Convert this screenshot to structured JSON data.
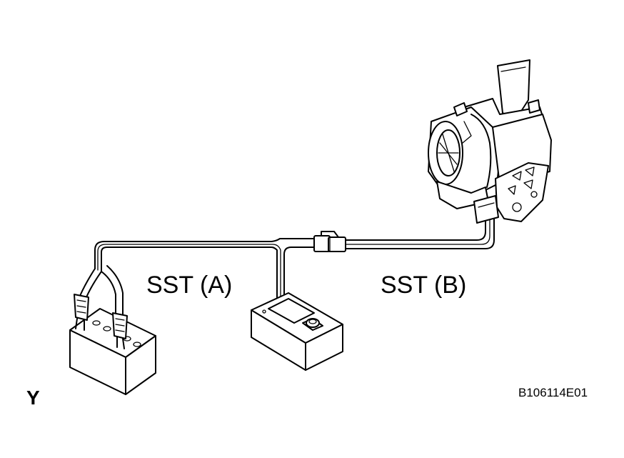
{
  "labels": {
    "sst_a": "SST (A)",
    "sst_b": "SST (B)",
    "corner_mark": "Y",
    "figure_code": "B106114E01"
  },
  "colors": {
    "line": "#000000",
    "background": "#ffffff"
  }
}
